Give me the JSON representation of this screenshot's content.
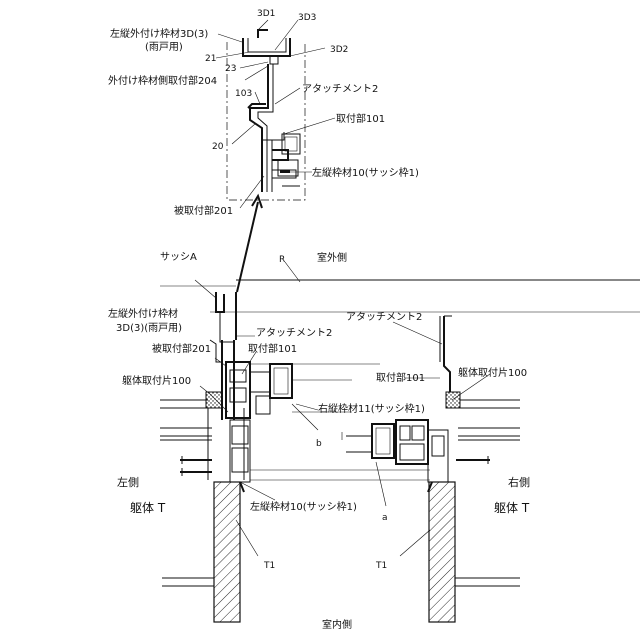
{
  "labels": {
    "top_3d1": "3D1",
    "top_3d3": "3D3",
    "top_3d2": "3D2",
    "top_left_frame_a": "左縦外付け枠材3D(3)",
    "top_left_frame_b": "(雨戸用)",
    "top_21": "21",
    "top_23": "23",
    "top_204": "外付け枠材側取付部204",
    "top_103": "103",
    "top_attach": "アタッチメント2",
    "top_101": "取付部101",
    "top_20": "20",
    "top_frame10": "左縦枠材10(サッシ枠1)",
    "top_201": "被取付部201",
    "sash_a": "サッシA",
    "r": "R",
    "outdoor": "室外側",
    "mid_left_frame_a": "左縦外付け枠材",
    "mid_left_frame_b": "3D(3)(雨戸用)",
    "mid_attach": "アタッチメント2",
    "mid_201": "被取付部201",
    "mid_101": "取付部101",
    "mid_100": "躯体取付片100",
    "right_attach": "アタッチメント2",
    "right_101": "取付部101",
    "right_100": "躯体取付片100",
    "right_frame11": "右縦枠材11(サッシ枠1)",
    "b": "b",
    "a": "a",
    "left_side": "左側",
    "right_side": "右側",
    "body_left": "躯体 T",
    "body_right": "躯体 T",
    "bottom_frame10": "左縦枠材10(サッシ枠1)",
    "t1_left": "T1",
    "t1_right": "T1",
    "indoor": "室内側"
  }
}
